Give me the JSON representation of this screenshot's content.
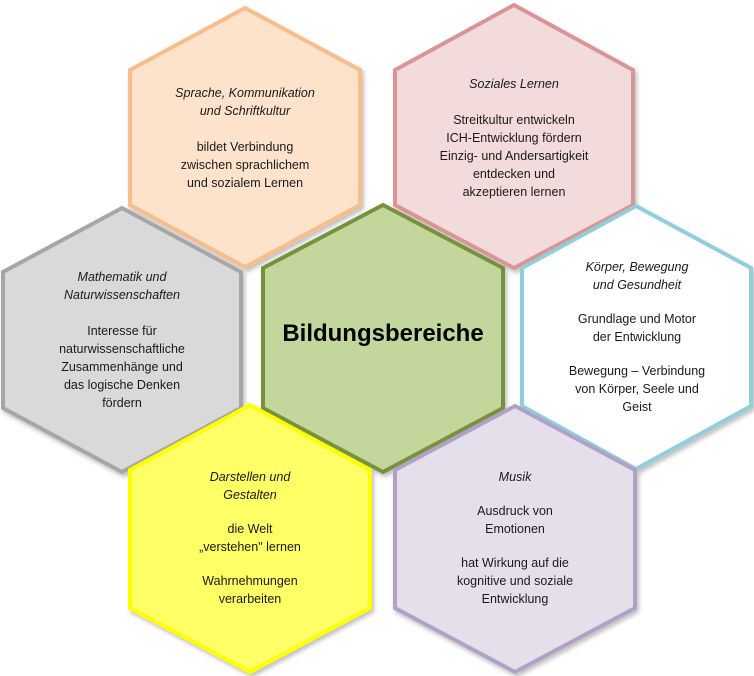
{
  "center": {
    "label": "Bildungsbereiche",
    "fill": "#c3d69b",
    "stroke": "#76923c"
  },
  "areas": [
    {
      "key": "sprache",
      "title": "Sprache, Kommunikation\nund Schriftkultur",
      "paragraphs": [
        "bildet Verbindung\nzwischen sprachlichem\nund sozialem Lernen"
      ],
      "fill": "#fde3cc",
      "stroke": "#f7bd8b"
    },
    {
      "key": "soziales",
      "title": "Soziales Lernen",
      "paragraphs": [
        "Streitkultur entwickeln\nICH-Entwicklung fördern\nEinzig- und Andersartigkeit\nentdecken und\nakzeptieren lernen"
      ],
      "fill": "#f3dadb",
      "stroke": "#d99595"
    },
    {
      "key": "mathematik",
      "title": "Mathematik und\nNaturwissenschaften",
      "paragraphs": [
        "Interesse für\nnaturwissenschaftliche\nZusammenhänge und\ndas logische Denken\nfördern"
      ],
      "fill": "#d9d9d9",
      "stroke": "#a6a6a6"
    },
    {
      "key": "koerper",
      "title": "Körper, Bewegung\nund Gesundheit",
      "paragraphs": [
        "Grundlage und Motor\nder Entwicklung",
        "Bewegung – Verbindung\nvon Körper, Seele und\nGeist"
      ],
      "fill": "#ffffff",
      "stroke": "#92cddc"
    },
    {
      "key": "darstellen",
      "title": "Darstellen und\nGestalten",
      "paragraphs": [
        "die Welt\n„verstehen\" lernen",
        "Wahrnehmungen\nverarbeiten"
      ],
      "fill": "#ffff66",
      "stroke": "#ffff00"
    },
    {
      "key": "musik",
      "title": "Musik",
      "paragraphs": [
        "Ausdruck von\nEmotionen",
        "hat Wirkung auf die\nkognitive und soziale\nEntwicklung"
      ],
      "fill": "#e5dfec",
      "stroke": "#b2a1c7"
    }
  ]
}
